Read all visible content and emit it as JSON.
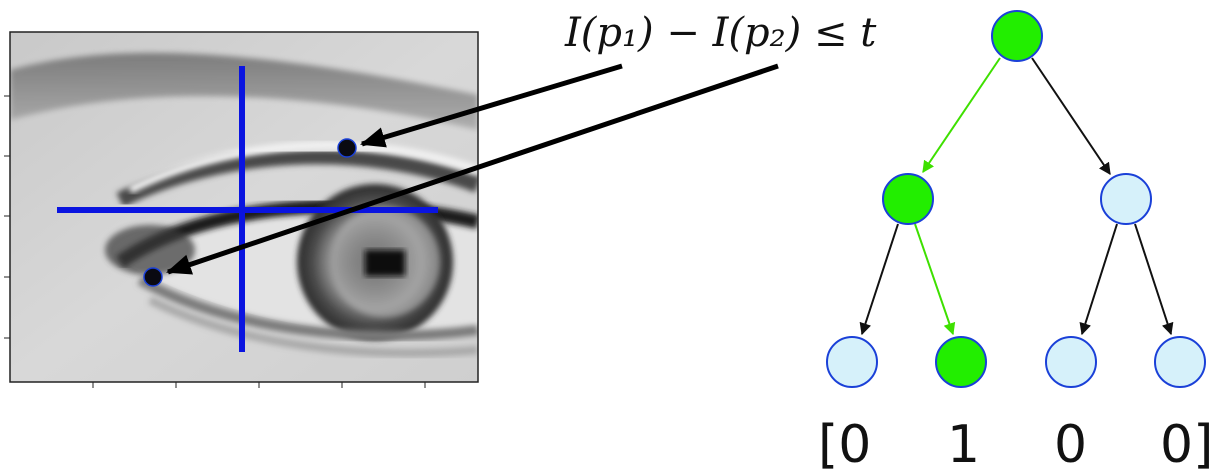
{
  "equation": {
    "text": "I(p₁) − I(p₂) ≤ t"
  },
  "output_vector": [
    "[0",
    "1",
    "0",
    "0]"
  ],
  "colors": {
    "crosshair": "#0a14e0",
    "active_node": "#22ee00",
    "inactive_node": "#d6f1fa",
    "node_border": "#1a40d8",
    "active_edge": "#3ee000",
    "edge": "#111111",
    "pixel_point": "#0a0a12"
  },
  "tree": {
    "nodes": [
      {
        "id": "root",
        "active": true
      },
      {
        "id": "l",
        "active": true
      },
      {
        "id": "r",
        "active": false
      },
      {
        "id": "ll",
        "active": false
      },
      {
        "id": "lr",
        "active": true
      },
      {
        "id": "rl",
        "active": false
      },
      {
        "id": "rr",
        "active": false
      }
    ],
    "edges": [
      {
        "from": "root",
        "to": "l",
        "active": true
      },
      {
        "from": "root",
        "to": "r",
        "active": false
      },
      {
        "from": "l",
        "to": "ll",
        "active": false
      },
      {
        "from": "l",
        "to": "lr",
        "active": true
      },
      {
        "from": "r",
        "to": "rl",
        "active": false
      },
      {
        "from": "r",
        "to": "rr",
        "active": false
      }
    ]
  }
}
